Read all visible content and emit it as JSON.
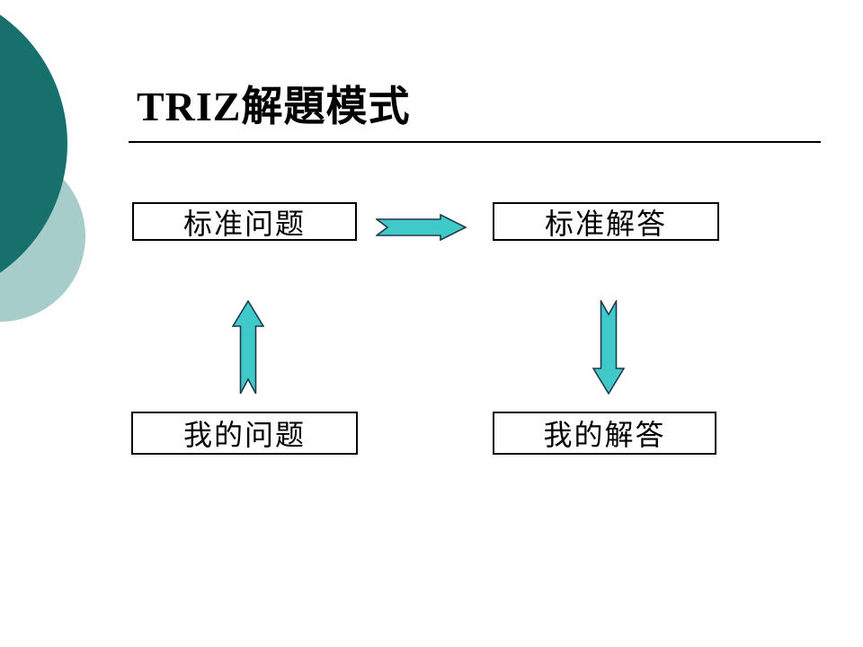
{
  "slide": {
    "title": "TRIZ解題模式",
    "boxes": {
      "standard_problem": "标准问题",
      "standard_solution": "标准解答",
      "my_problem": "我的问题",
      "my_solution": "我的解答"
    },
    "icons": {
      "horizontal_arrow": "notched-right-arrow-icon",
      "left_vertical_arrow": "notched-up-arrow-icon",
      "right_vertical_arrow": "notched-down-arrow-icon"
    },
    "colors": {
      "background": "#FFFFFF",
      "text": "#000000",
      "box_border": "#000000",
      "arrow_fill": "#3FC9C9",
      "arrow_outline": "#1F3A4D",
      "decorative_circle_dark": "#17706C",
      "decorative_circle_light": "#A6CDC9"
    }
  }
}
